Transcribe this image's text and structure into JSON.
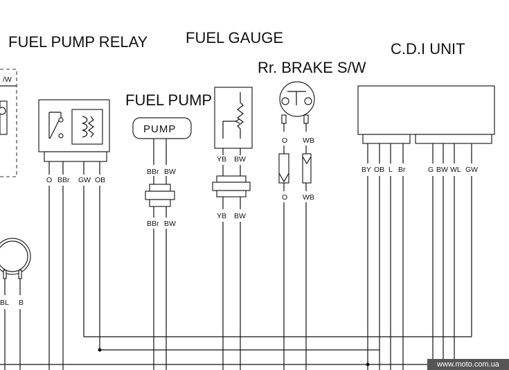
{
  "titles": {
    "fuel_pump_relay": "FUEL PUMP RELAY",
    "fuel_gauge": "FUEL GAUGE",
    "rr_brake_sw": "Rr. BRAKE S/W",
    "fuel_pump": "FUEL PUMP",
    "cdi_unit": "C.D.I UNIT"
  },
  "left_fragment": {
    "label": "/W",
    "wire_labels": [
      "BL",
      "B"
    ]
  },
  "fuel_pump": {
    "box_label": "PUMP",
    "wires_top": [
      "BBr",
      "BW"
    ],
    "wires_bottom": [
      "BBr",
      "BW"
    ]
  },
  "fuel_pump_relay": {
    "wires": [
      "O",
      "BBr",
      "GW",
      "OB"
    ]
  },
  "fuel_gauge": {
    "wires_top": [
      "YB",
      "BW"
    ],
    "wires_bottom": [
      "YB",
      "BW"
    ]
  },
  "rr_brake_sw": {
    "wires_top": [
      "O",
      "WB"
    ],
    "wires_bottom": [
      "O",
      "WB"
    ]
  },
  "cdi_unit": {
    "wires_left": [
      "BY",
      "OB",
      "L",
      "Br"
    ],
    "wires_right": [
      "G",
      "BW",
      "WL",
      "GW"
    ]
  },
  "watermark": "www.moto.com.ua"
}
